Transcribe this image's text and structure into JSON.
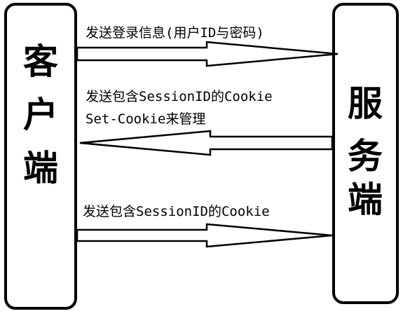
{
  "diagram": {
    "client": {
      "chars": [
        "客",
        "户",
        "端"
      ]
    },
    "server": {
      "chars": [
        "服",
        "务",
        "端"
      ]
    },
    "messages": {
      "login": "发送登录信息(用户ID与密码)",
      "set_cookie_line1": "发送包含SessionID的Cookie",
      "set_cookie_line2": "Set-Cookie来管理",
      "send_cookie": "发送包含SessionID的Cookie"
    }
  }
}
